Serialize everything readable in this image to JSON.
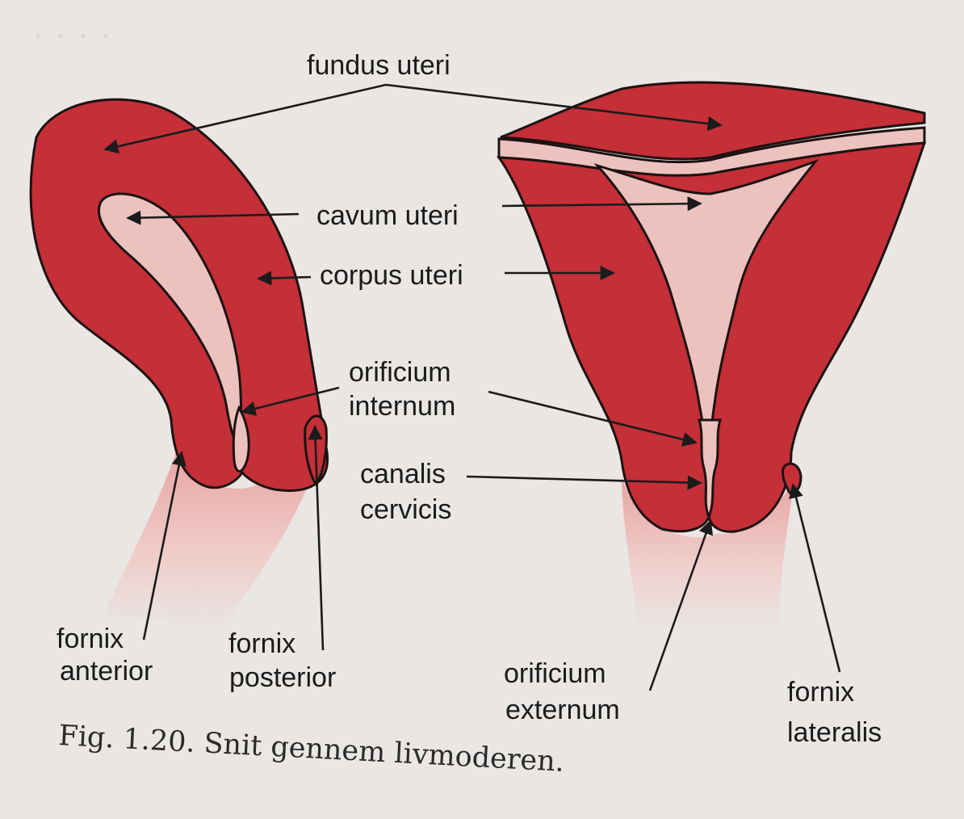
{
  "labels": {
    "fundus_uteri": "fundus uteri",
    "cavum_uteri": "cavum uteri",
    "corpus_uteri": "corpus uteri",
    "orificium_internum_1": "orificium",
    "orificium_internum_2": "internum",
    "canalis_cervicis_1": "canalis",
    "canalis_cervicis_2": "cervicis",
    "fornix_anterior_1": "fornix",
    "fornix_anterior_2": "anterior",
    "fornix_posterior_1": "fornix",
    "fornix_posterior_2": "posterior",
    "orificium_externum_1": "orificium",
    "orificium_externum_2": "externum",
    "fornix_lateralis_1": "fornix",
    "fornix_lateralis_2": "lateralis"
  },
  "caption": "Fig. 1.20. Snit gennem livmoderen.",
  "colors": {
    "tissue": "#c42f38",
    "cavity": "#ecc2bf",
    "vagina_pink": "#e8a9a6",
    "paper": "#e9e6e3",
    "ink": "#1b1b1b"
  }
}
